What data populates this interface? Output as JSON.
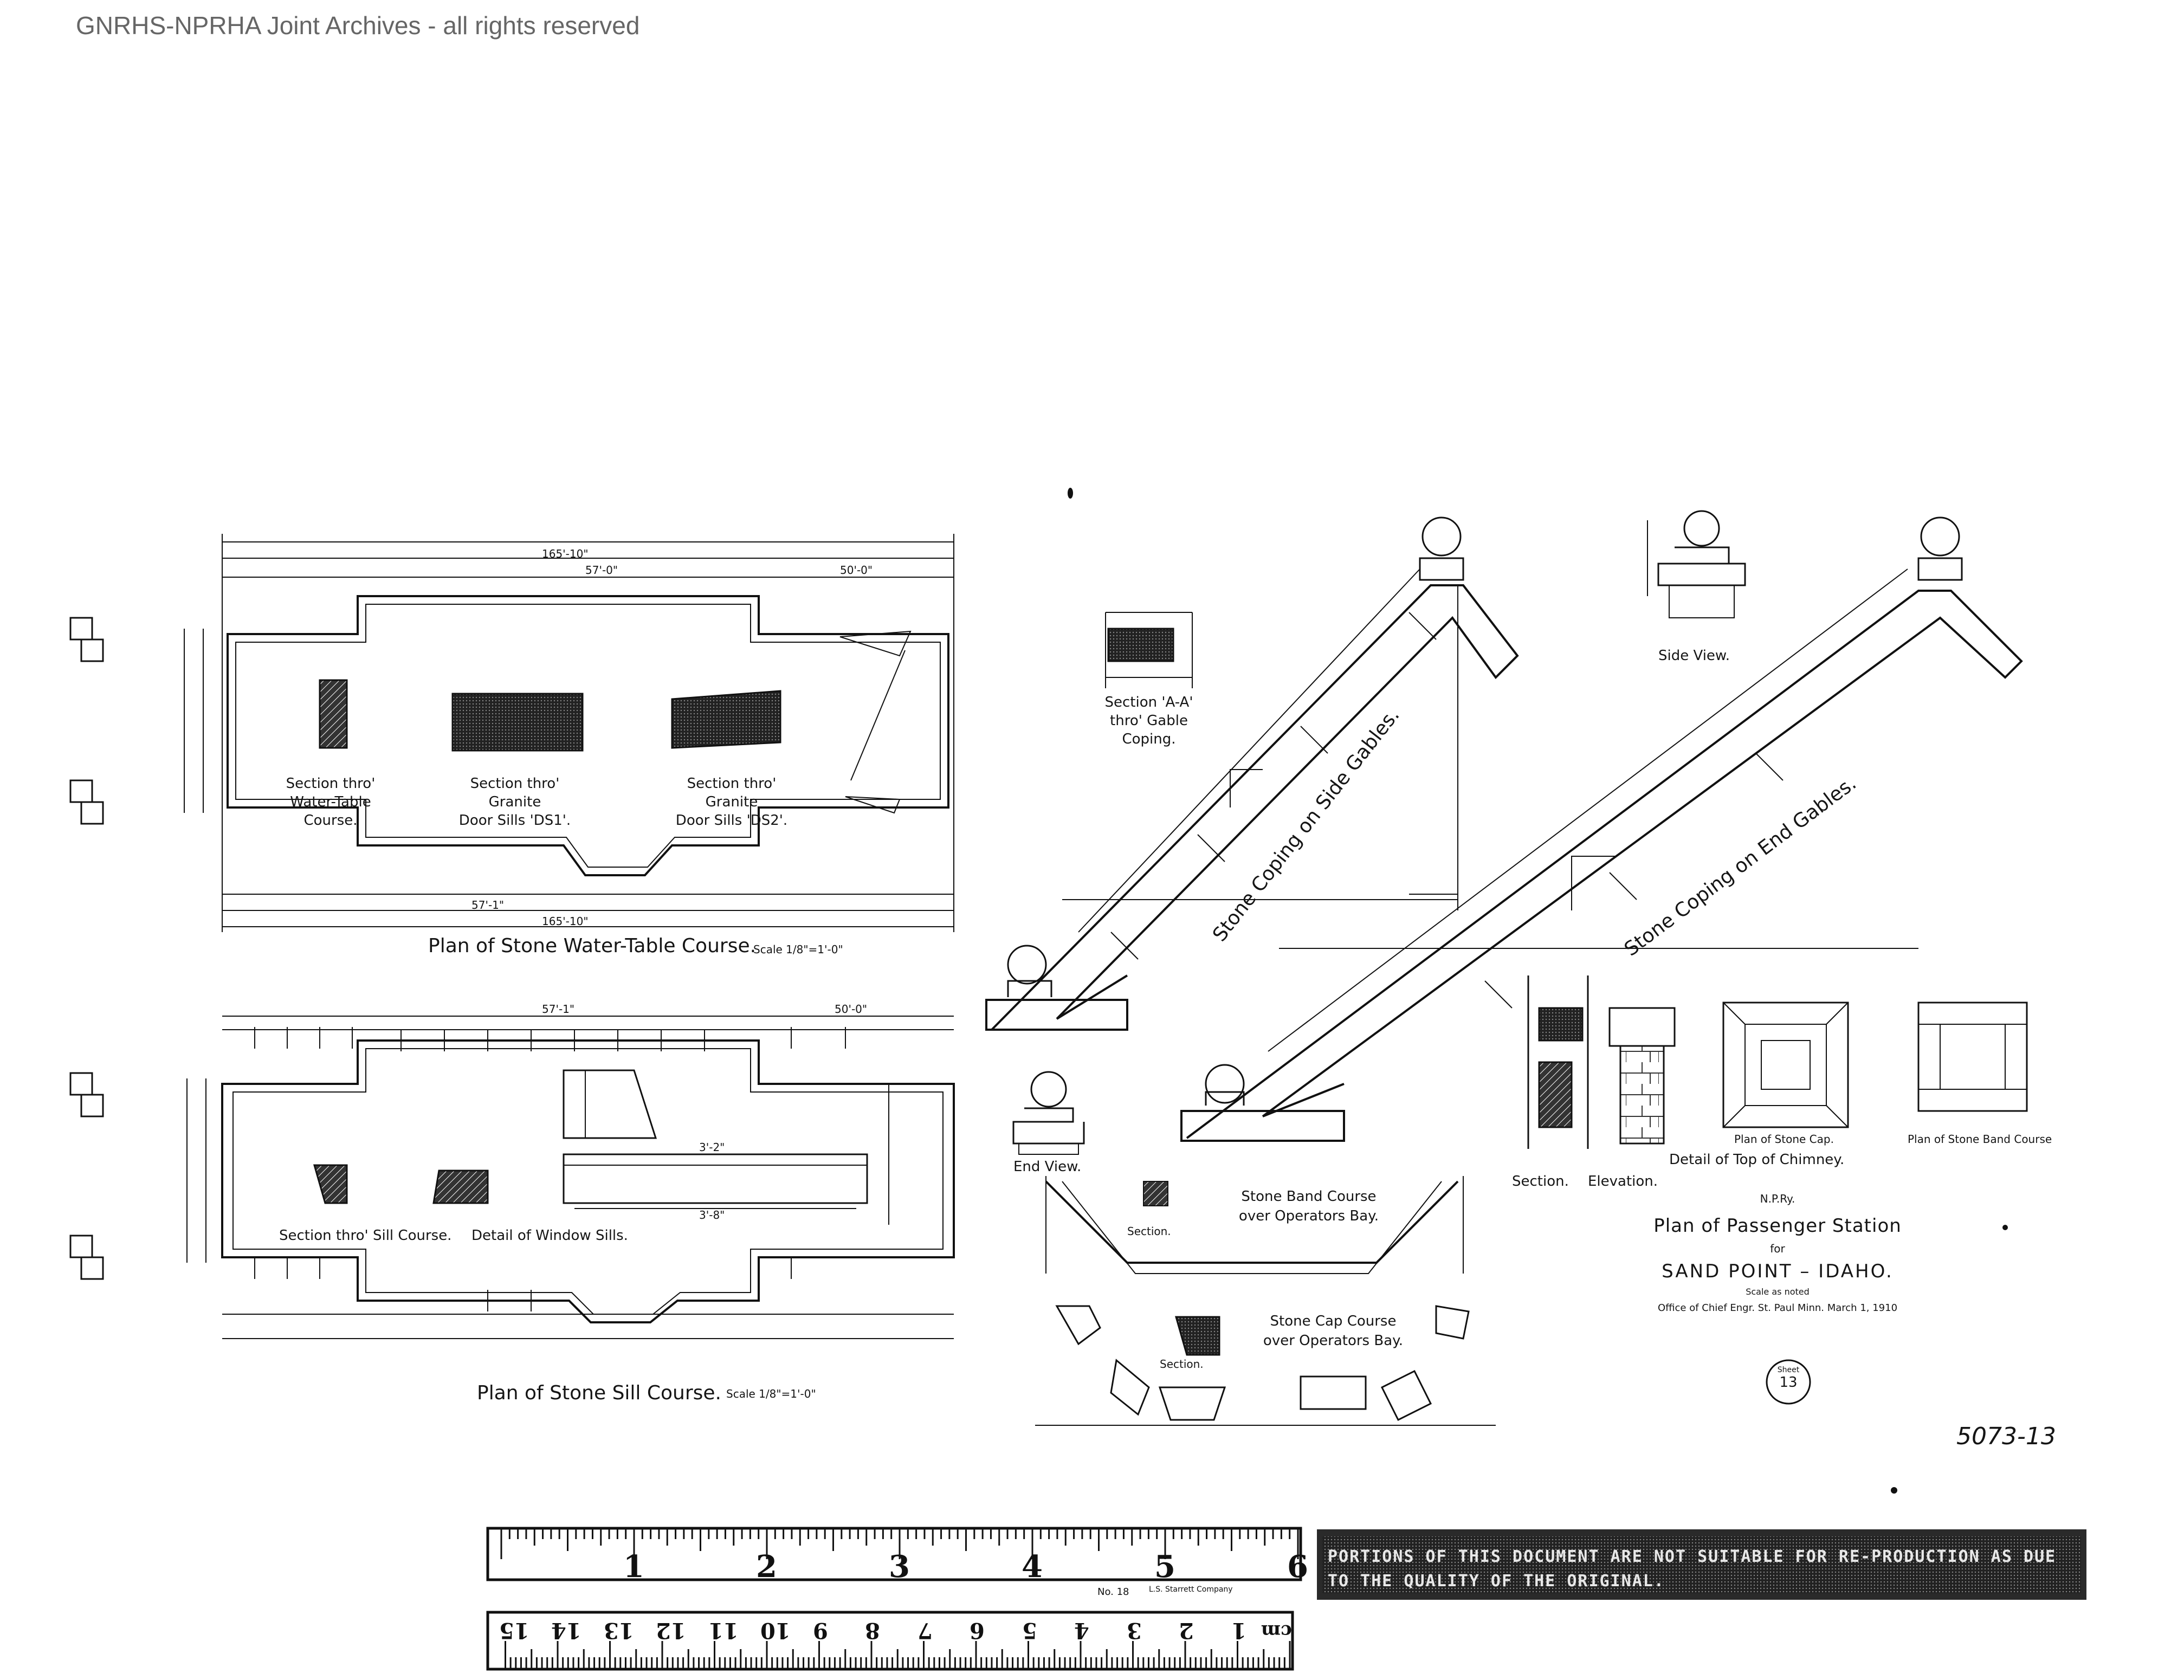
{
  "watermark": "GNRHS-NPRHA Joint Archives - all rights reserved",
  "plans": {
    "water_table": {
      "title": "Plan of Stone Water-Table Course.",
      "scale": "Scale 1/8\"=1'-0\"",
      "section_water_table": [
        "Section thro' Water-Table",
        "Course."
      ],
      "section_ds1": [
        "Section thro' Granite",
        "Door Sills 'DS1'."
      ],
      "section_ds2": [
        "Section thro' Granite",
        "Door Sills 'DS2'."
      ],
      "dims_top": [
        "165'-10\"",
        "57'-0\"",
        "50'-0\""
      ],
      "dims_bottom": [
        "57'-1\"",
        "165'-10\""
      ]
    },
    "sill": {
      "title": "Plan of Stone Sill Course.",
      "scale": "Scale 1/8\"=1'-0\"",
      "section_sill": "Section thro' Sill Course.",
      "detail_window": "Detail of Window Sills.",
      "dims": [
        "57'-1\"",
        "50'-0\"",
        "3'-2\"",
        "3'-8\""
      ]
    }
  },
  "coping": {
    "section_aa": [
      "Section 'A-A'",
      "thro' Gable Coping."
    ],
    "side_gables": "Stone Coping on Side Gables.",
    "end_gables": "Stone Coping on End Gables.",
    "side_view": "Side View.",
    "end_view": "End View."
  },
  "operators_bay": {
    "band_course": [
      "Stone Band Course",
      "over Operators Bay."
    ],
    "cap_course": [
      "Stone Cap Course",
      "over Operators Bay."
    ],
    "section_label": "Section."
  },
  "chimney": {
    "section": "Section.",
    "elevation": "Elevation.",
    "detail": "Detail of Top of Chimney.",
    "plan_cap": "Plan of Stone Cap.",
    "plan_band": "Plan of Stone Band Course"
  },
  "title_block": {
    "railway": "N.P.Ry.",
    "line1": "Plan of Passenger Station",
    "for": "for",
    "location": "SAND POINT – IDAHO.",
    "scale_note": "Scale as noted",
    "office": "Office of Chief Engr. St. Paul Minn. March 1, 1910",
    "sheet_label": "Sheet",
    "sheet_number": "13",
    "drawing_number": "5073-13"
  },
  "ruler": {
    "inches": [
      "1",
      "2",
      "3",
      "4",
      "5",
      "6"
    ],
    "cm": [
      "1",
      "2",
      "3",
      "4",
      "5",
      "6",
      "7",
      "8",
      "9",
      "10",
      "11",
      "12",
      "13",
      "14",
      "15"
    ],
    "cm_unit": "cm",
    "model_no": "No. 18",
    "maker": "L.S. Starrett Company",
    "notice": "PORTIONS OF THIS DOCUMENT ARE NOT SUITABLE FOR RE-PRODUCTION AS DUE TO THE QUALITY OF THE ORIGINAL."
  }
}
